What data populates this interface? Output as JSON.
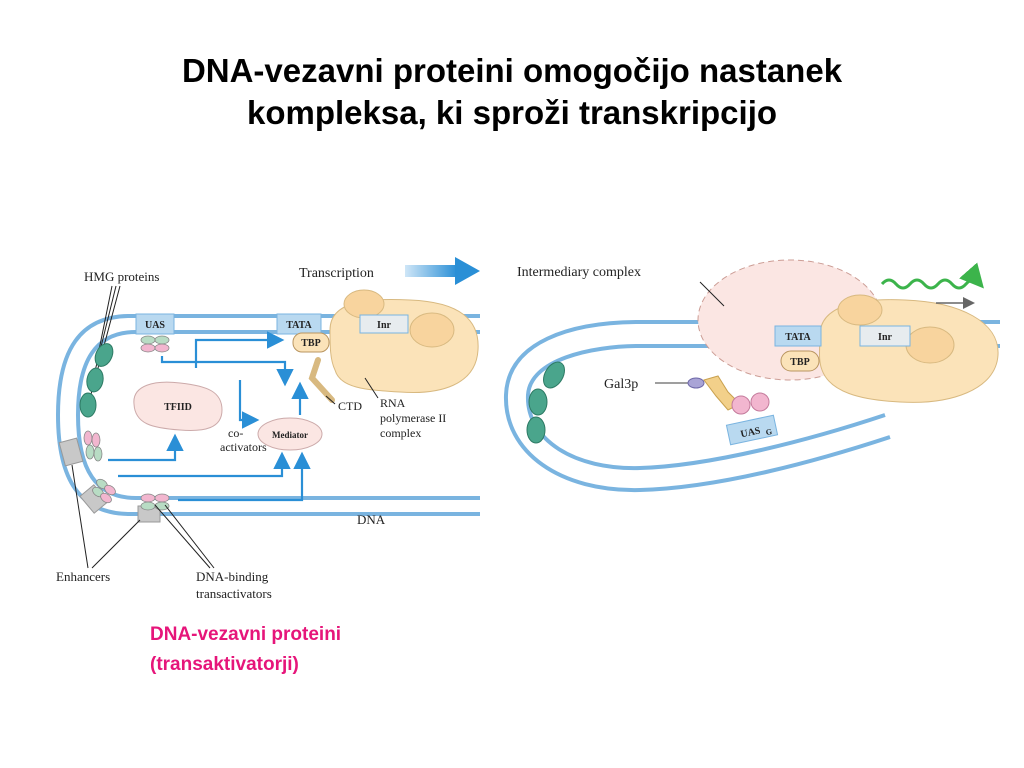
{
  "title": {
    "line1": "DNA-vezavni proteini omogočijo nastanek",
    "line2": "kompleksa, ki sproži transkripcijo"
  },
  "caption": {
    "line1": "DNA-vezavni proteini",
    "line2": "(transaktivatorji)"
  },
  "left_diagram": {
    "hmg_proteins": "HMG proteins",
    "transcription": "Transcription",
    "uas": "UAS",
    "tata": "TATA",
    "inr": "Inr",
    "tbp": "TBP",
    "tfiid": "TFIID",
    "coactivators_1": "co-",
    "coactivators_2": "activators",
    "mediator": "Mediator",
    "ctd": "CTD",
    "rna_pol_1": "RNA",
    "rna_pol_2": "polymerase II",
    "rna_pol_3": "complex",
    "dna": "DNA",
    "enhancers": "Enhancers",
    "dna_binding_1": "DNA-binding",
    "dna_binding_2": "transactivators"
  },
  "right_diagram": {
    "intermediary_complex": "Intermediary complex",
    "tata": "TATA",
    "inr": "Inr",
    "tbp": "TBP",
    "gal3p": "Gal3p",
    "uas_g": "UAS",
    "uas_g_sub": "G"
  },
  "colors": {
    "dna_strand": "#7ab4e0",
    "dna_box": "#b9d9f0",
    "arrow": "#2a8fd6",
    "polymerase": "#fbe3b9",
    "hmg_protein": "#4aa58c",
    "activator_pink": "#f2b6cf",
    "activator_green": "#b8dcc4",
    "intermediary": "#fbe6e3",
    "caption": "#e6157a",
    "wavy_arrow": "#3cb44b"
  }
}
